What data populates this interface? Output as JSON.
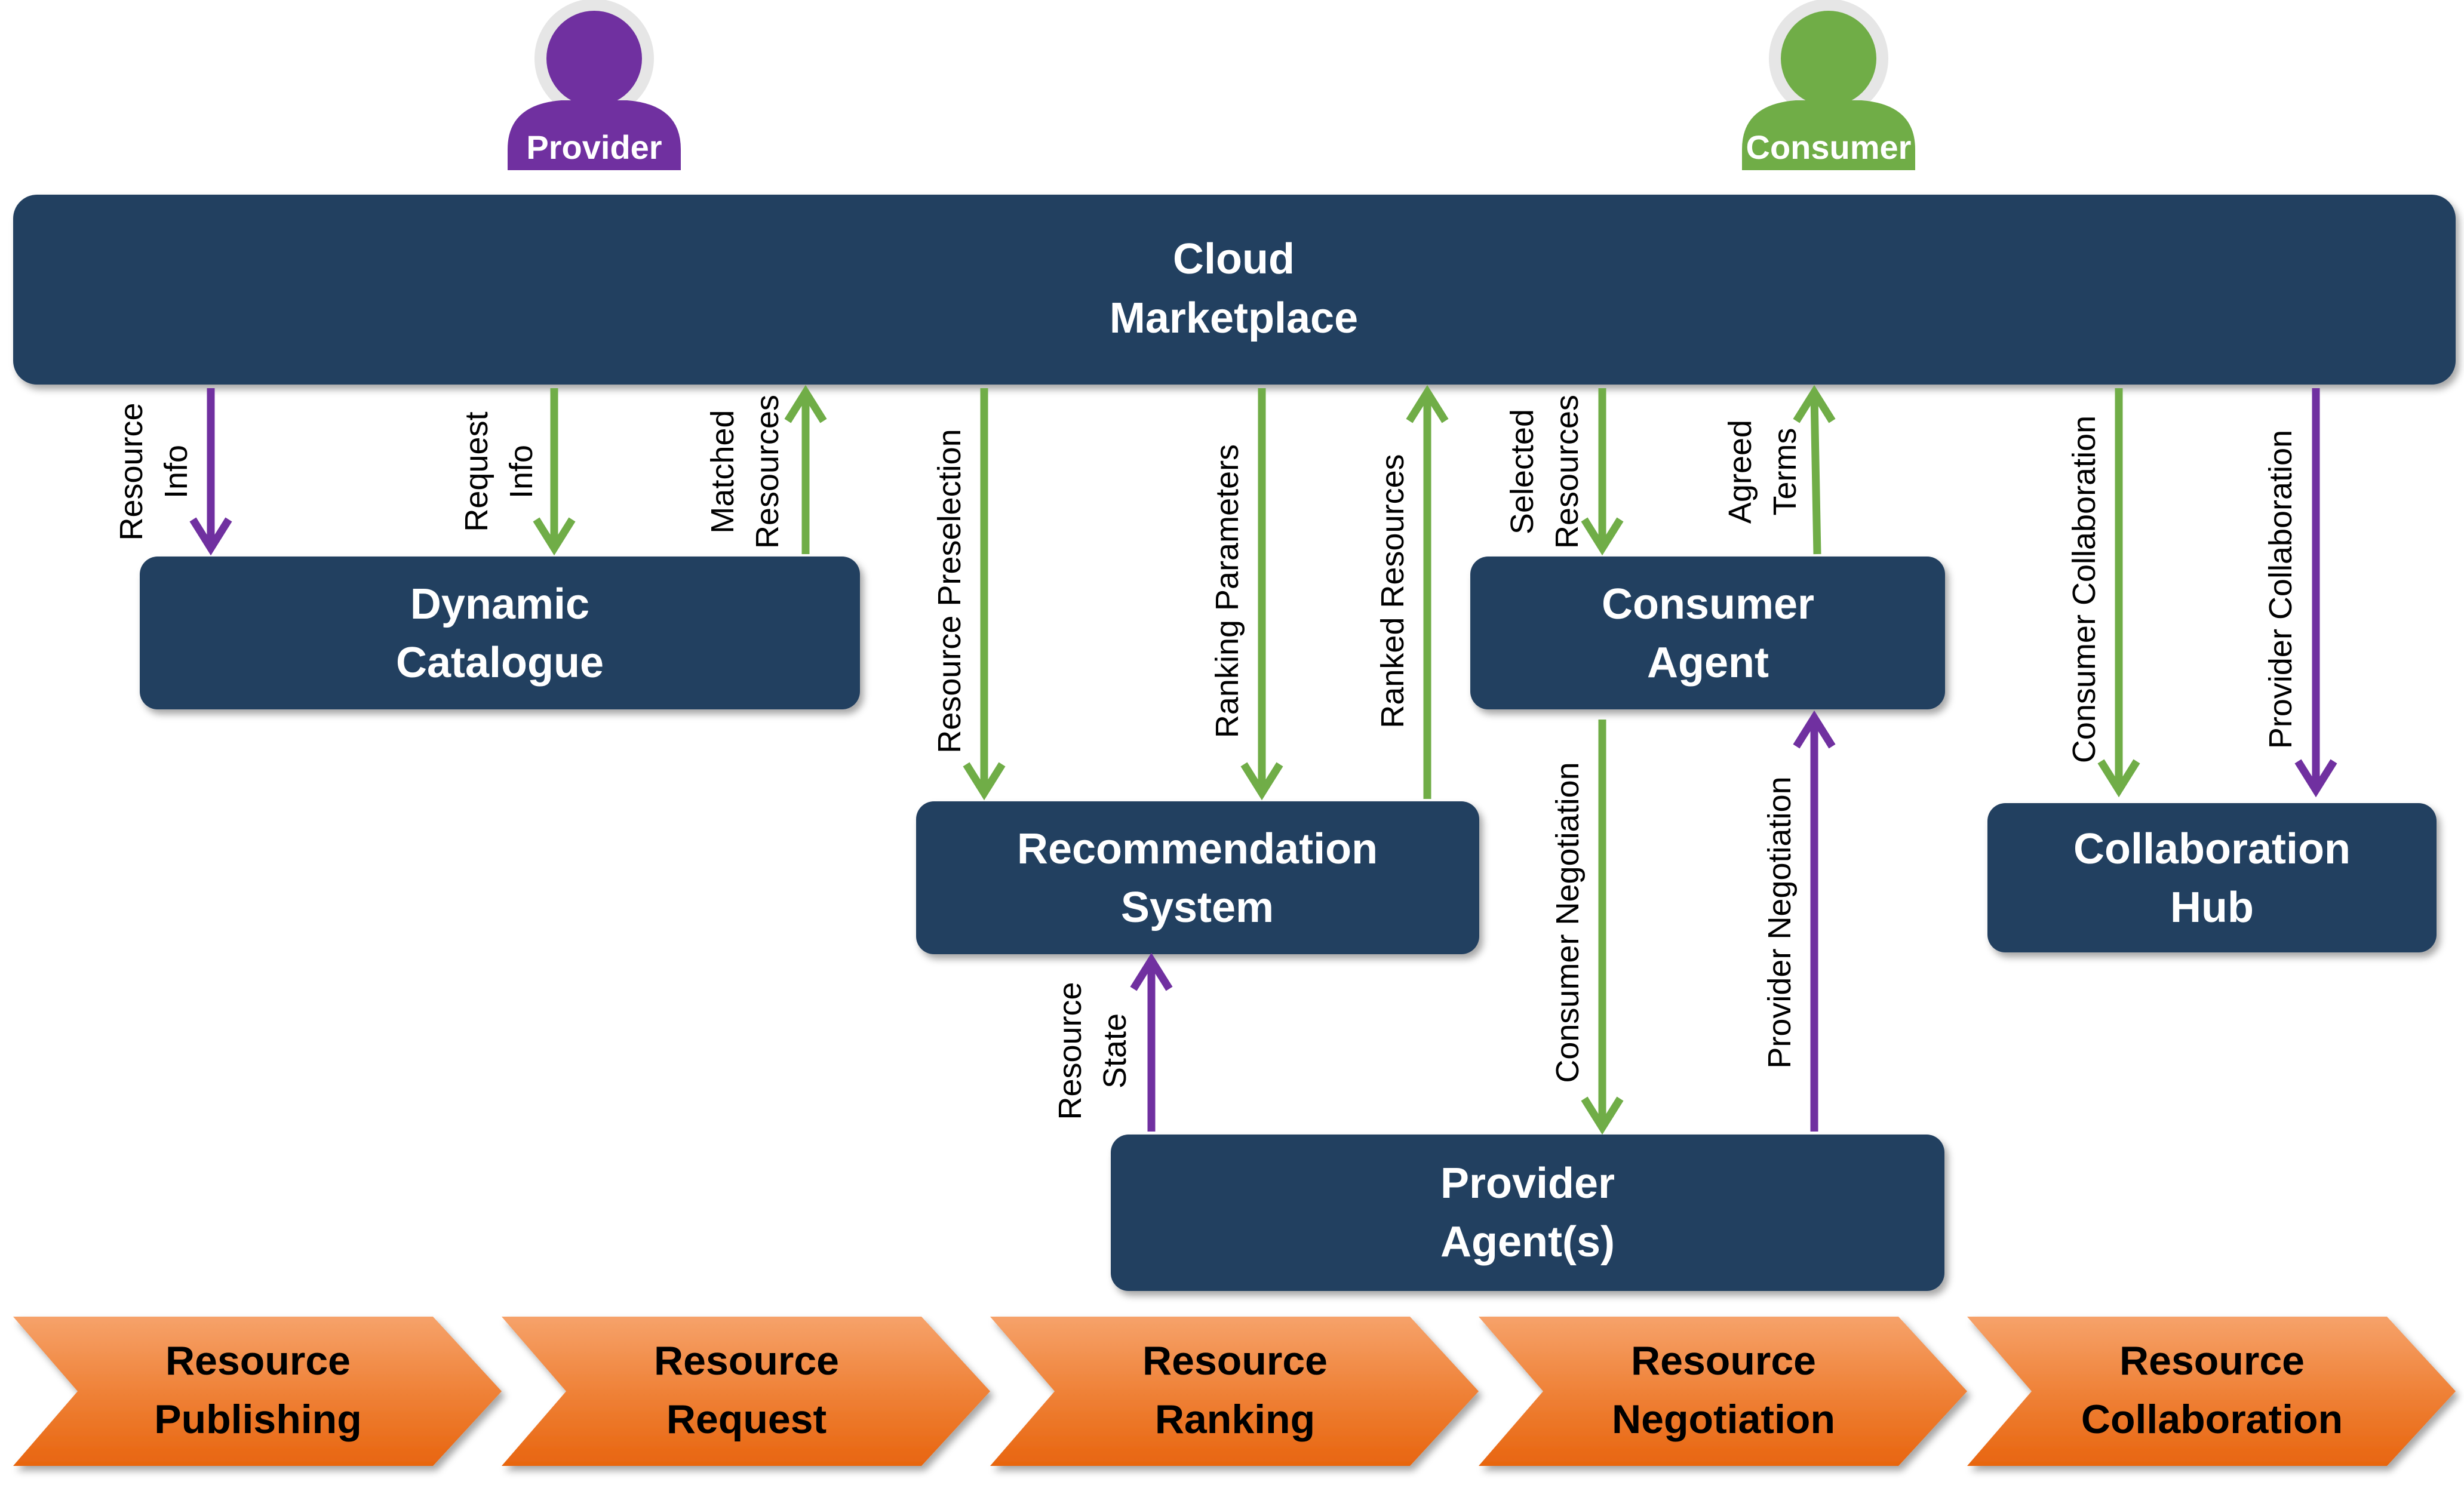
{
  "actors": {
    "provider": {
      "label": "Provider",
      "color": "#7030A0"
    },
    "consumer": {
      "label": "Consumer",
      "color": "#70AD47"
    }
  },
  "boxes": {
    "marketplace": {
      "line1": "Cloud",
      "line2": "Marketplace"
    },
    "catalogue": {
      "line1": "Dynamic",
      "line2": "Catalogue"
    },
    "consumer_agent": {
      "line1": "Consumer",
      "line2": "Agent"
    },
    "recommendation": {
      "line1": "Recommendation",
      "line2": "System"
    },
    "collab_hub": {
      "line1": "Collaboration",
      "line2": "Hub"
    },
    "provider_agents": {
      "line1": "Provider",
      "line2": "Agent(s)"
    }
  },
  "arrow_labels": {
    "resource_info": {
      "line1": "Resource",
      "line2": "Info"
    },
    "request_info": {
      "line1": "Request",
      "line2": "Info"
    },
    "matched_resources": {
      "line1": "Matched",
      "line2": "Resources"
    },
    "resource_preselection": "Resource Preselection",
    "ranking_parameters": "Ranking Parameters",
    "ranked_resources": "Ranked Resources",
    "selected_resources": {
      "line1": "Selected",
      "line2": "Resources"
    },
    "agreed_terms": {
      "line1": "Agreed",
      "line2": "Terms"
    },
    "consumer_collaboration": "Consumer Collaboration",
    "provider_collaboration": "Provider Collaboration",
    "resource_state": {
      "line1": "Resource",
      "line2": "State"
    },
    "consumer_negotiation": "Consumer Negotiation",
    "provider_negotiation": "Provider Negotiation"
  },
  "phases": [
    {
      "line1": "Resource",
      "line2": "Publishing"
    },
    {
      "line1": "Resource",
      "line2": "Request"
    },
    {
      "line1": "Resource",
      "line2": "Ranking"
    },
    {
      "line1": "Resource",
      "line2": "Negotiation"
    },
    {
      "line1": "Resource",
      "line2": "Collaboration"
    }
  ],
  "colors": {
    "box_fill": "#243F60",
    "chevron_fill": "#ED7D31",
    "purple_arrow": "#7030A0",
    "green_arrow": "#70AD47"
  }
}
